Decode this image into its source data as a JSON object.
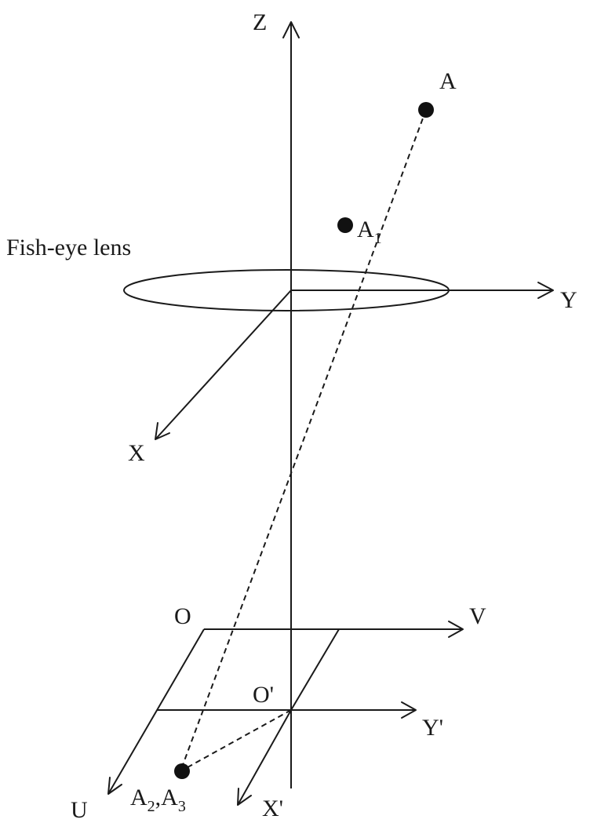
{
  "lens_label": "Fish-eye lens",
  "axes": {
    "z": "Z",
    "y": "Y",
    "x": "X",
    "v": "V",
    "u": "U",
    "y_prime": "Y'",
    "x_prime": "X'"
  },
  "origins": {
    "o": "O",
    "o_prime": "O'"
  },
  "points": {
    "a": "A",
    "a1_base": "A",
    "a1_sub": "1",
    "a2_base": "A",
    "a2_sub": "2",
    "a2_sep": ",A",
    "a3_sub": "3"
  }
}
